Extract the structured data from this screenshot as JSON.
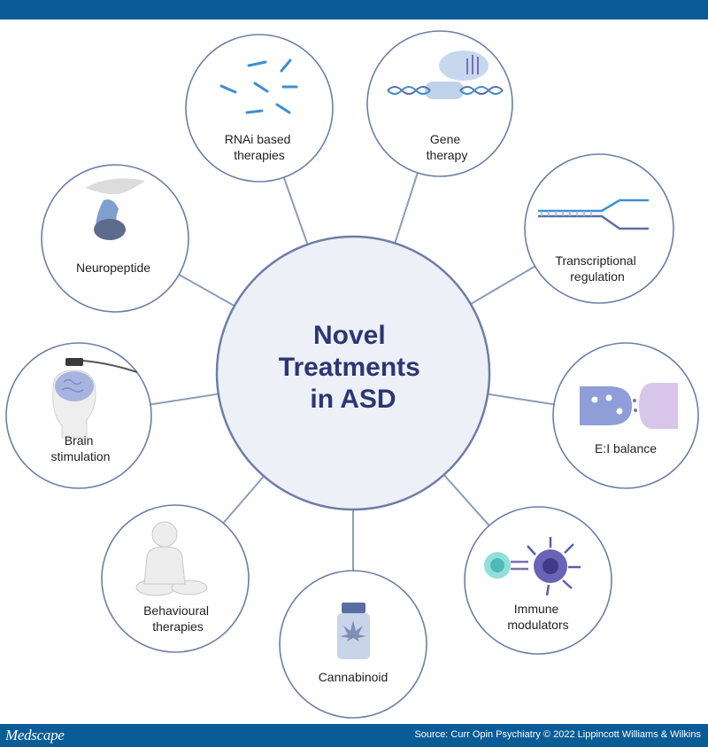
{
  "header": {
    "brand": "Medscape",
    "source": "Source: Curr Opin Psychiatry © 2022 Lippincott Williams & Wilkins"
  },
  "center": {
    "lines": [
      "Novel",
      "Treatments",
      "in ASD"
    ]
  },
  "nodes": [
    {
      "key": "rnai",
      "lines": [
        "RNAi based",
        "therapies"
      ],
      "icon": "rna-strands-icon"
    },
    {
      "key": "gene",
      "lines": [
        "Gene",
        "therapy"
      ],
      "icon": "dna-vector-icon"
    },
    {
      "key": "transcription",
      "lines": [
        "Transcriptional",
        "regulation"
      ],
      "icon": "transcription-fork-icon"
    },
    {
      "key": "ei",
      "lines": [
        "E:I balance"
      ],
      "icon": "synapse-icon"
    },
    {
      "key": "immune",
      "lines": [
        "Immune",
        "modulators"
      ],
      "icon": "immune-cells-icon"
    },
    {
      "key": "cannabinoid",
      "lines": [
        "Cannabinoid"
      ],
      "icon": "cannabis-bottle-icon"
    },
    {
      "key": "behavioural",
      "lines": [
        "Behavioural",
        "therapies"
      ],
      "icon": "baby-icon"
    },
    {
      "key": "brain",
      "lines": [
        "Brain",
        "stimulation"
      ],
      "icon": "brain-stimulation-icon"
    },
    {
      "key": "neuropeptide",
      "lines": [
        "Neuropeptide"
      ],
      "icon": "neuropeptide-icon"
    }
  ],
  "colors": {
    "bar": "#0a5c96",
    "circle_stroke": "#6d7ea6",
    "connector": "#8d9cbc",
    "center_text": "#2b3773",
    "accent_blue": "#3d8fd1",
    "accent_purple": "#7a6fb3"
  }
}
